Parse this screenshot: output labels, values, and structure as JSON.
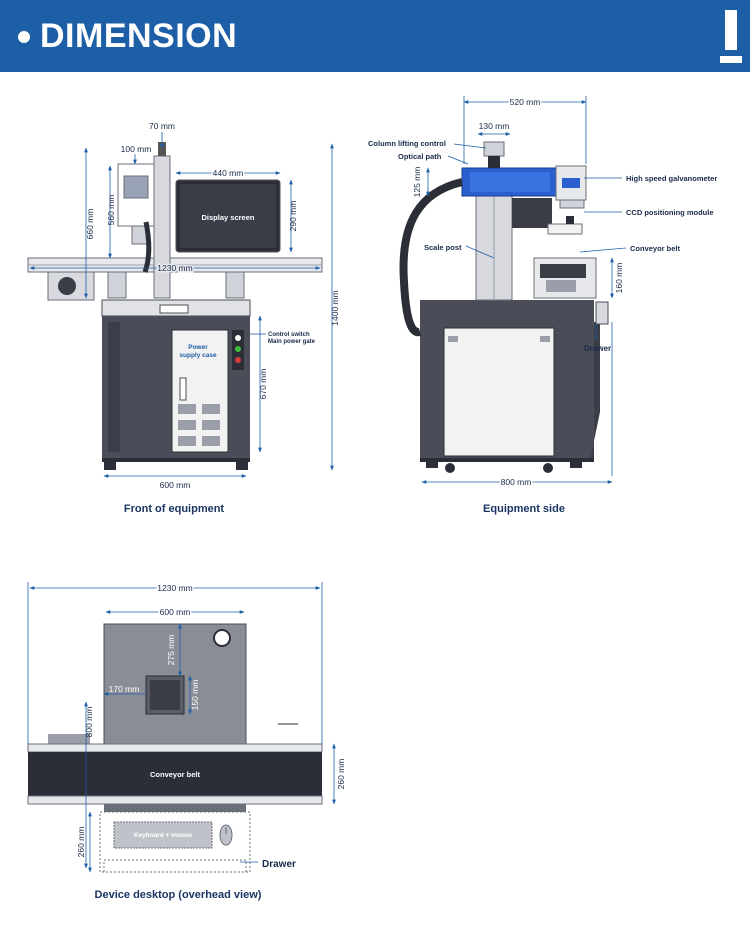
{
  "header": {
    "title": "DIMENSION",
    "bg_color": "#1d5fa7",
    "text_color": "#ffffff"
  },
  "colors": {
    "dimension_line": "#1d5fa7",
    "cabinet": "#4a4d57",
    "cabinet_dark": "#3b3e48",
    "laser_head": "#2a5fd0",
    "panel": "#f2f2f2",
    "screen": "#2b2e37"
  },
  "front": {
    "caption": "Front of equipment",
    "dim_70": "70 mm",
    "dim_100": "100 mm",
    "dim_440": "440 mm",
    "dim_660": "660 mm",
    "dim_560": "560 mm",
    "dim_290": "290 mm",
    "dim_1230": "1230 mm",
    "dim_1400": "1400 mm",
    "dim_670": "670 mm",
    "dim_600": "600 mm",
    "display_screen": "Display screen",
    "power_supply_line1": "Power",
    "power_supply_line2": "supply case",
    "control_switch": "Control switch",
    "main_power_gate": "Main power gate"
  },
  "side": {
    "caption": "Equipment side",
    "dim_520": "520 mm",
    "dim_130": "130 mm",
    "dim_125": "125 mm",
    "dim_160": "160 mm",
    "dim_800": "800 mm",
    "column_lifting_control": "Column lifting control",
    "optical_path": "Optical path",
    "high_speed_galvanometer": "High speed galvanometer",
    "ccd_positioning_module": "CCD positioning module",
    "scale_post": "Scale post",
    "conveyor_belt": "Conveyor belt",
    "drawer": "Drawer"
  },
  "top": {
    "caption": "Device desktop (overhead view)",
    "dim_1230": "1230 mm",
    "dim_600": "600 mm",
    "dim_275": "275 mm",
    "dim_170": "170 mm",
    "dim_150": "150 mm",
    "dim_800": "800 mm",
    "dim_260_belt": "260 mm",
    "dim_260_drawer": "260 mm",
    "conveyor_belt": "Conveyor belt",
    "keyboard_mouse": "Keyboard + mouse",
    "drawer": "Drawer"
  }
}
